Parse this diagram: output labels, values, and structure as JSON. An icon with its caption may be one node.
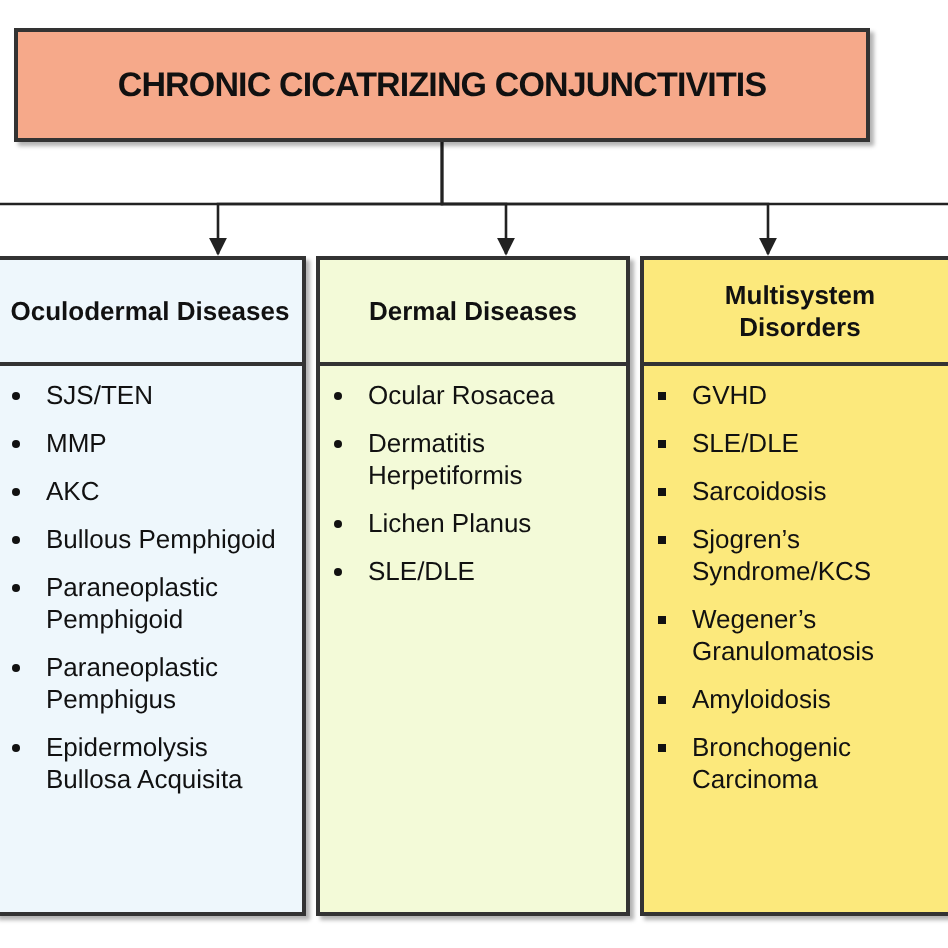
{
  "diagram": {
    "nodes": [
      {
        "text": [
          "CHRONIC CICATRIZING CONJUNCTIVITIS"
        ]
      },
      {
        "text": [
          "Oculodermal Diseases",
          "SJS/TEN",
          "MMP",
          "AKC",
          "Bullous Pemphigoid",
          "Paraneoplastic Pemphigoid",
          "Paraneoplastic Pemphigus",
          "Epidermolysis Bullosa Acquisita"
        ]
      },
      {
        "text": [
          "Dermal Diseases",
          "Ocular Rosacea",
          "Dermatitis Herpetiformis",
          "Lichen Planus",
          "SLE/DLE"
        ]
      },
      {
        "text": [
          "Multisystem Disorders",
          "GVHD",
          "SLE/DLE",
          "Sarcoidosis",
          "Sjogren’s Syndrome/KCS",
          "Wegener’s Granulomatosis",
          "Amyloidosis",
          "Bronchogenic Carcinoma"
        ]
      }
    ],
    "edges": [
      {
        "from": 0,
        "to": 1,
        "arrow": "to"
      },
      {
        "from": 0,
        "to": 2,
        "arrow": "to"
      },
      {
        "from": 0,
        "to": 3,
        "arrow": "to"
      }
    ]
  }
}
